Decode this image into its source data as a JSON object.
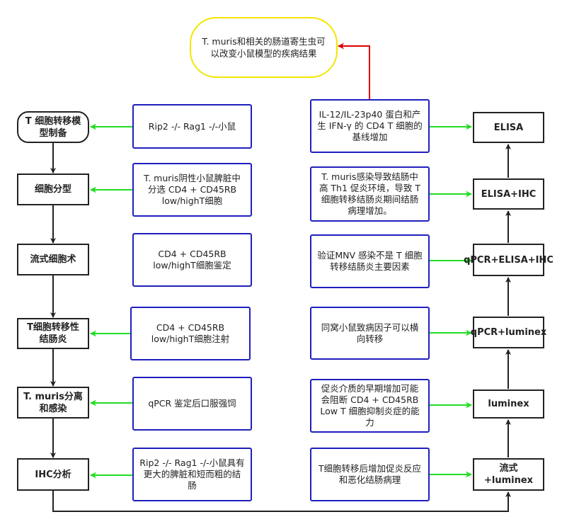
{
  "goal": "T. muris和相关的肠道寄生虫可以改变小鼠模型的疾病结果",
  "left_steps": [
    "T 细胞转移模型制备",
    "细胞分型",
    "流式细胞术",
    "T细胞转移性结肠炎",
    "T. muris分离和感染",
    "IHC分析"
  ],
  "left_notes": [
    "Rip2 -/- Rag1 -/-小鼠",
    "T. muris阴性小鼠脾脏中分选 CD4 + CD45RB low/highT细胞",
    "CD4 + CD45RB low/highT细胞鉴定",
    "CD4 + CD45RB low/highT细胞注射",
    "qPCR 鉴定后口服强饲",
    "Rip2 -/- Rag1 -/-小鼠具有更大的脾脏和短而粗的结肠"
  ],
  "right_notes": [
    "IL-12/IL-23p40 蛋白和产生 IFN-γ 的 CD4 T 细胞的基线增加",
    "T. muris感染导致结肠中高 Th1 促炎环境，导致 T 细胞转移结肠炎期间结肠病理增加。",
    "验证MNV 感染不是 T 细胞转移结肠炎主要因素",
    "同窝小鼠致病因子可以横向转移",
    "促炎介质的早期增加可能会阻断 CD4 + CD45RB Low T 细胞抑制炎症的能力",
    "T细胞转移后增加促炎反应和恶化结肠病理"
  ],
  "right_steps": [
    "ELISA",
    "ELISA+IHC",
    "qPCR+ELISA+IHC",
    "qPCR+luminex",
    "luminex",
    "流式+luminex"
  ],
  "colors": {
    "step_border": "#222222",
    "note_border": "#1f1fbf",
    "goal_border": "#f2e600",
    "green_arrow": "#22dd22",
    "red_arrow": "#dd0000"
  }
}
